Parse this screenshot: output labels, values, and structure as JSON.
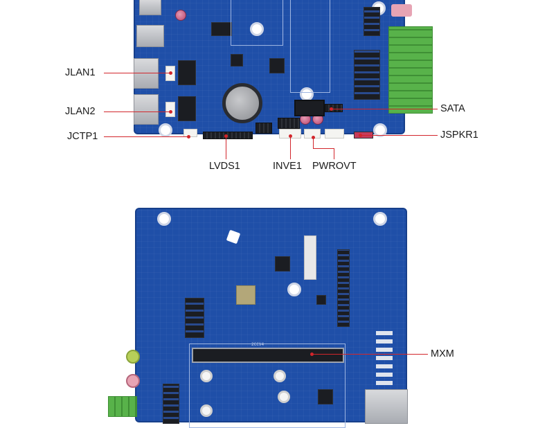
{
  "top_board": {
    "labels": {
      "jlan1": "JLAN1",
      "jlan2": "JLAN2",
      "jctp1": "JCTP1",
      "lvds1": "LVDS1",
      "inve1": "INVE1",
      "pwrovt": "PWROVT",
      "sata": "SATA",
      "jspkr1": "JSPKR1"
    }
  },
  "bottom_board": {
    "labels": {
      "mxm": "MXM"
    },
    "slot_silk": "2CCV4"
  },
  "colors": {
    "pcb": "#1f4fa8",
    "leader": "#d2252b",
    "terminal_green": "#58b24a",
    "background": "#ffffff"
  }
}
